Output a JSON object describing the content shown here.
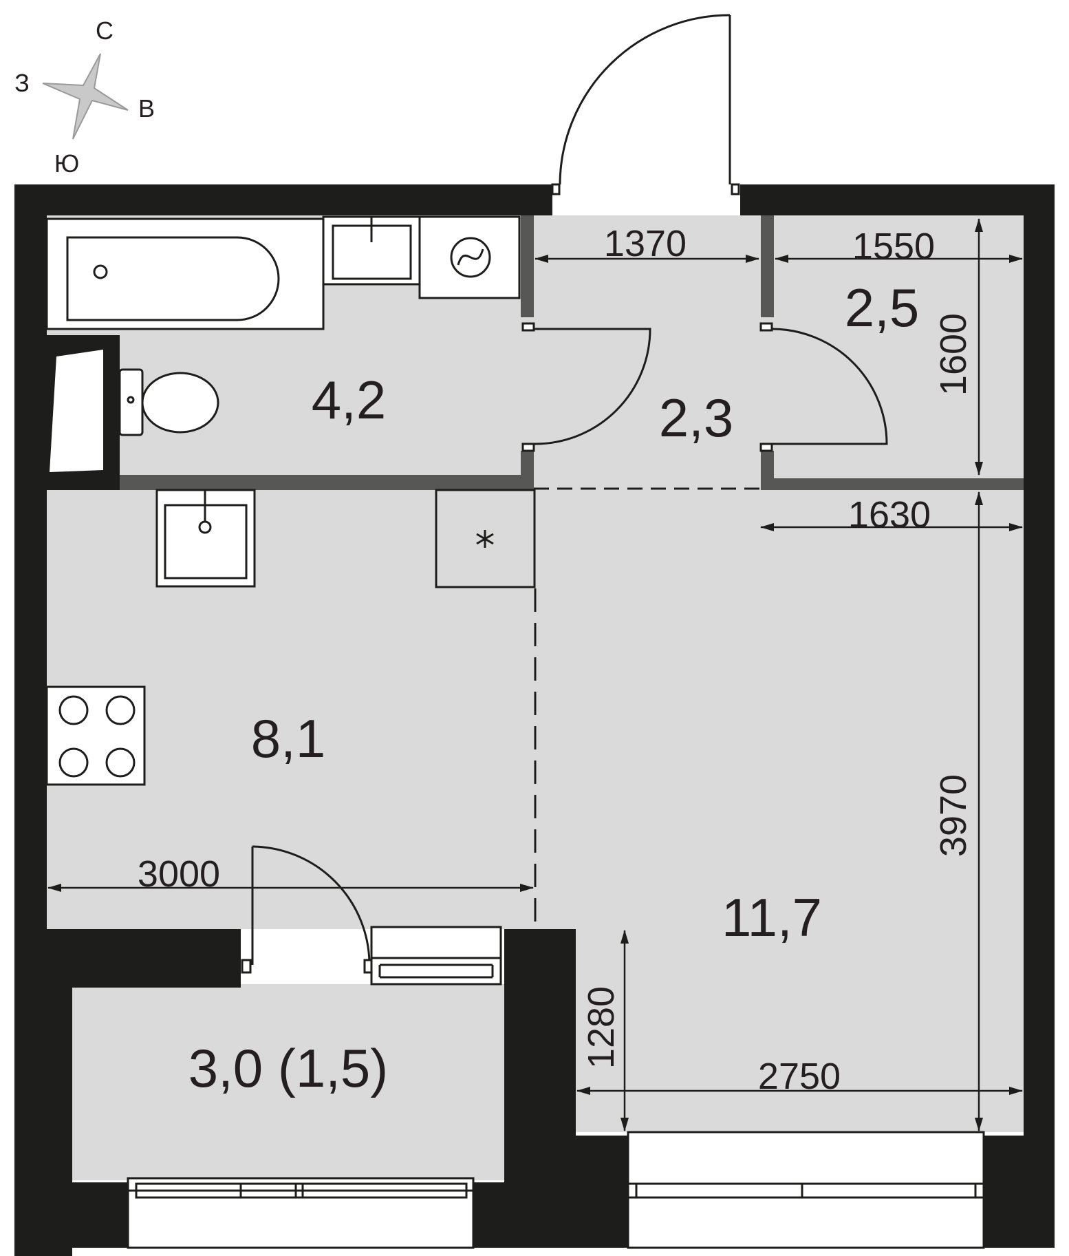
{
  "compass": {
    "north": "С",
    "south": "Ю",
    "west": "З",
    "east": "В"
  },
  "rooms": {
    "bathroom_area": "4,2",
    "hall_area": "2,3",
    "storage_area": "2,5",
    "kitchen_area": "8,1",
    "living_area": "11,7",
    "balcony_area": "3,0 (1,5)"
  },
  "dimensions": {
    "hall_width": "1370",
    "storage_width": "1550",
    "storage_depth": "1600",
    "living_upper_width": "1630",
    "kitchen_width": "3000",
    "living_depth": "3970",
    "niche_depth": "1280",
    "living_width": "2750"
  },
  "colors": {
    "wall": "#1d1d1b",
    "partition": "#575756",
    "floor": "#dadada",
    "text": "#231f20"
  }
}
